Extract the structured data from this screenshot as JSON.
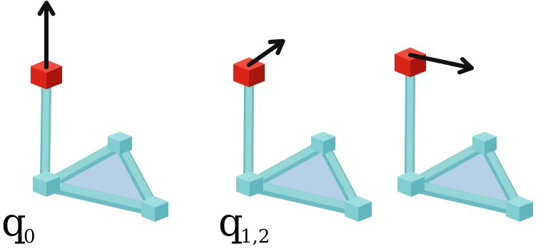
{
  "colors": {
    "frame_top": "#9fdede",
    "frame_left": "#82cdd0",
    "frame_right": "#5fb6bd",
    "strut": "#94d6d6",
    "strut_shadow": "#6bbcc2",
    "triangle_fill": "#a9c8e2",
    "block_top": "#f04a3c",
    "block_front": "#d92417",
    "block_side": "#a8160e",
    "arrow": "#111111"
  },
  "icons": [
    "robot-leg-icon",
    "force-arrow-icon"
  ],
  "labels": {
    "first": {
      "main": "q",
      "sub": "0"
    },
    "second": {
      "main": "q",
      "sub": "1,2"
    }
  },
  "panels": [
    {
      "name": "panel-1",
      "arrow_angle_deg": 90
    },
    {
      "name": "panel-2",
      "arrow_angle_deg": 35
    },
    {
      "name": "panel-3",
      "arrow_angle_deg": -12
    }
  ]
}
